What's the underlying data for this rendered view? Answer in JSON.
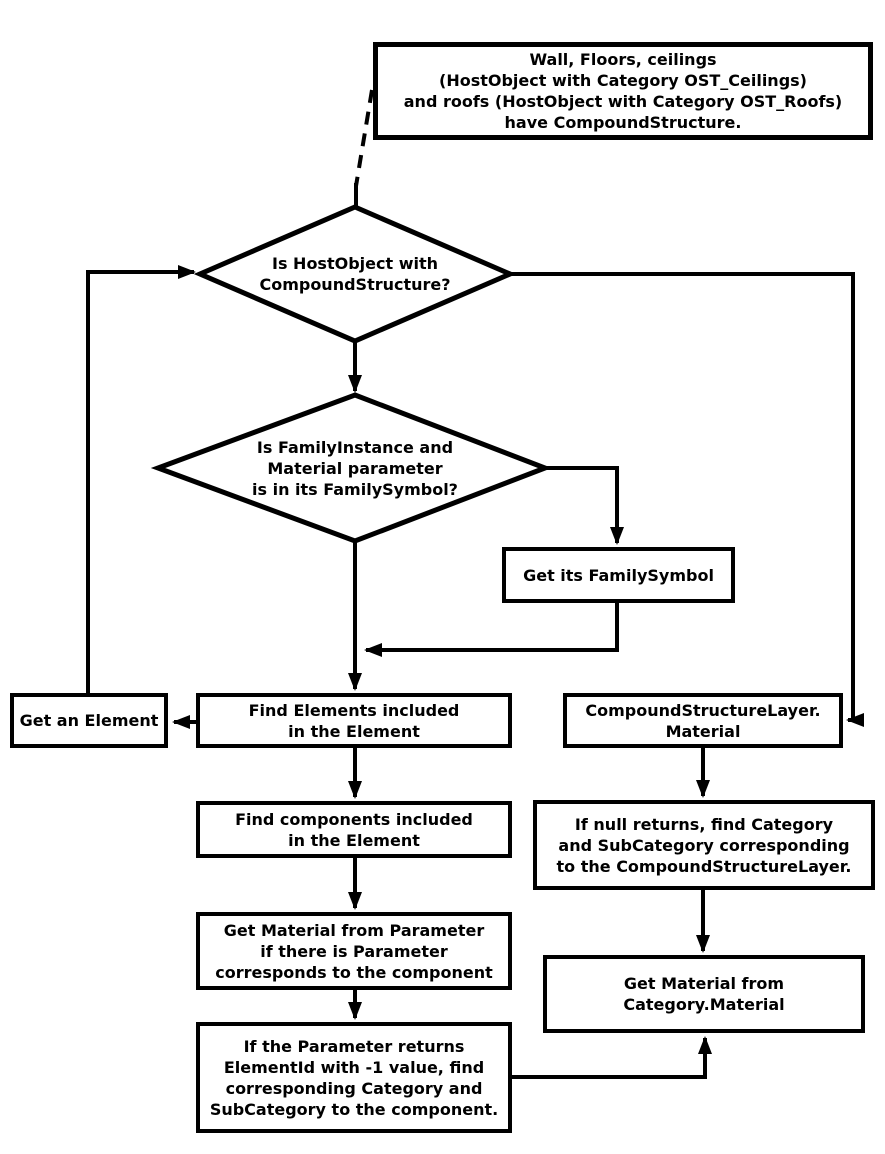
{
  "colors": {
    "background": "#ffffff",
    "line": "#000000",
    "text": "#000000"
  },
  "nodes": {
    "note": "Wall, Floors, ceilings\n(HostObject with Category OST_Ceilings)\nand roofs (HostObject with Category OST_Roofs)\nhave CompoundStructure.",
    "decision_hostobject": "Is HostObject with\nCompoundStructure?",
    "decision_familyinstance": "Is FamilyInstance and\nMaterial parameter\nis in its FamilySymbol?",
    "get_familysymbol": "Get its FamilySymbol",
    "get_an_element": "Get an Element",
    "find_elements": "Find Elements included\nin the Element",
    "compoundstructurelayer_material": "CompoundStructureLayer.\nMaterial",
    "find_components": "Find components included\nin the Element",
    "if_null_returns": "If null returns, find Category\nand SubCategory corresponding\nto the CompoundStructureLayer.",
    "get_material_from_parameter": "Get Material from Parameter\nif there is Parameter\ncorresponds to the component",
    "get_material_from_category": "Get Material from\nCategory.Material",
    "parameter_returns_minus1": "If the Parameter returns\nElementId with -1 value, find\ncorresponding Category and\nSubCategory to the component."
  }
}
